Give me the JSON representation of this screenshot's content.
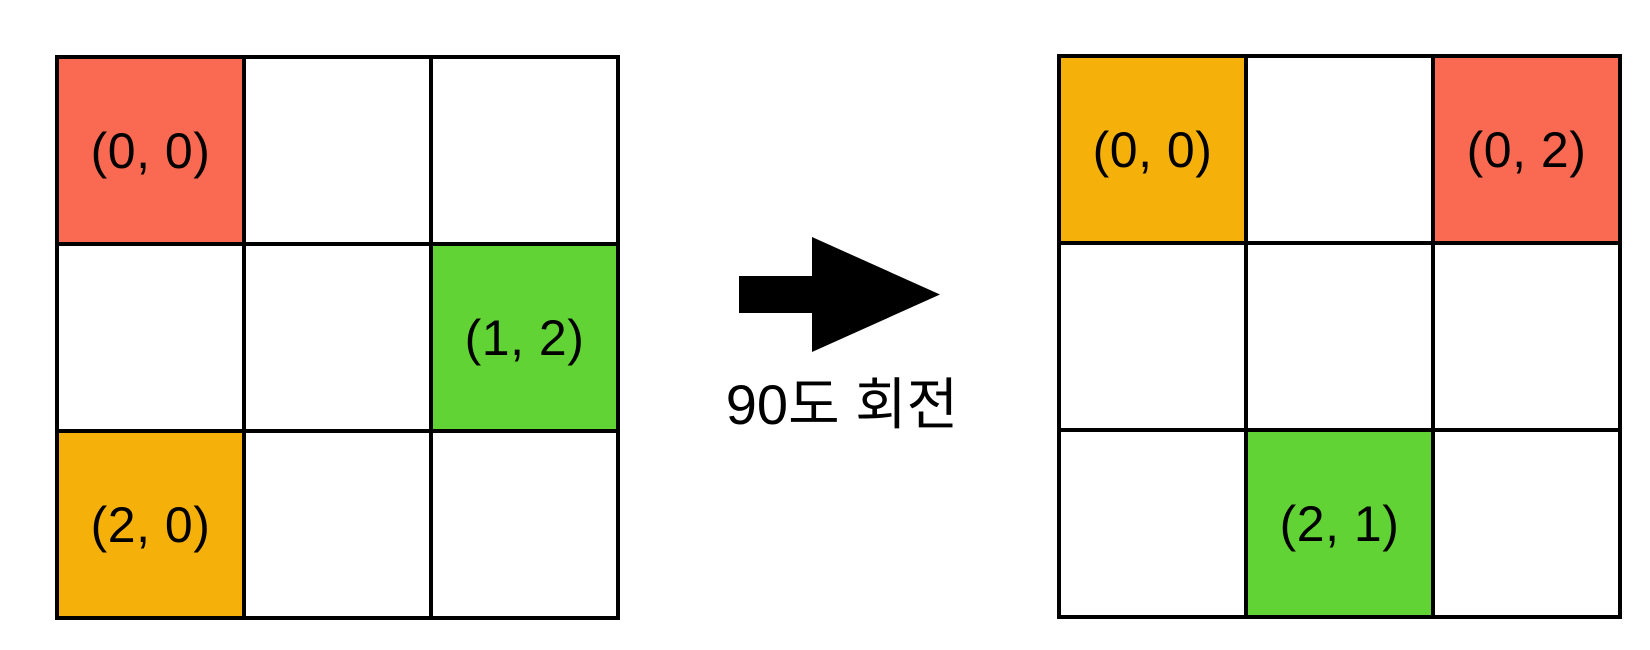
{
  "diagram": {
    "arrow_label": "90도 회전",
    "colors": {
      "red": "#FA6952",
      "orange": "#F5B10A",
      "green": "#62D334",
      "grid_line": "#000000",
      "text": "#000000",
      "background": "#ffffff",
      "arrow": "#000000"
    },
    "left_grid": {
      "rows": 3,
      "cols": 3,
      "cells": [
        {
          "row": 0,
          "col": 0,
          "color": "red",
          "label": "(0, 0)"
        },
        {
          "row": 1,
          "col": 2,
          "color": "green",
          "label": "(1, 2)"
        },
        {
          "row": 2,
          "col": 0,
          "color": "orange",
          "label": "(2, 0)"
        }
      ]
    },
    "right_grid": {
      "rows": 3,
      "cols": 3,
      "cells": [
        {
          "row": 0,
          "col": 0,
          "color": "orange",
          "label": "(0, 0)"
        },
        {
          "row": 0,
          "col": 2,
          "color": "red",
          "label": "(0, 2)"
        },
        {
          "row": 2,
          "col": 1,
          "color": "green",
          "label": "(2, 1)"
        }
      ]
    }
  }
}
